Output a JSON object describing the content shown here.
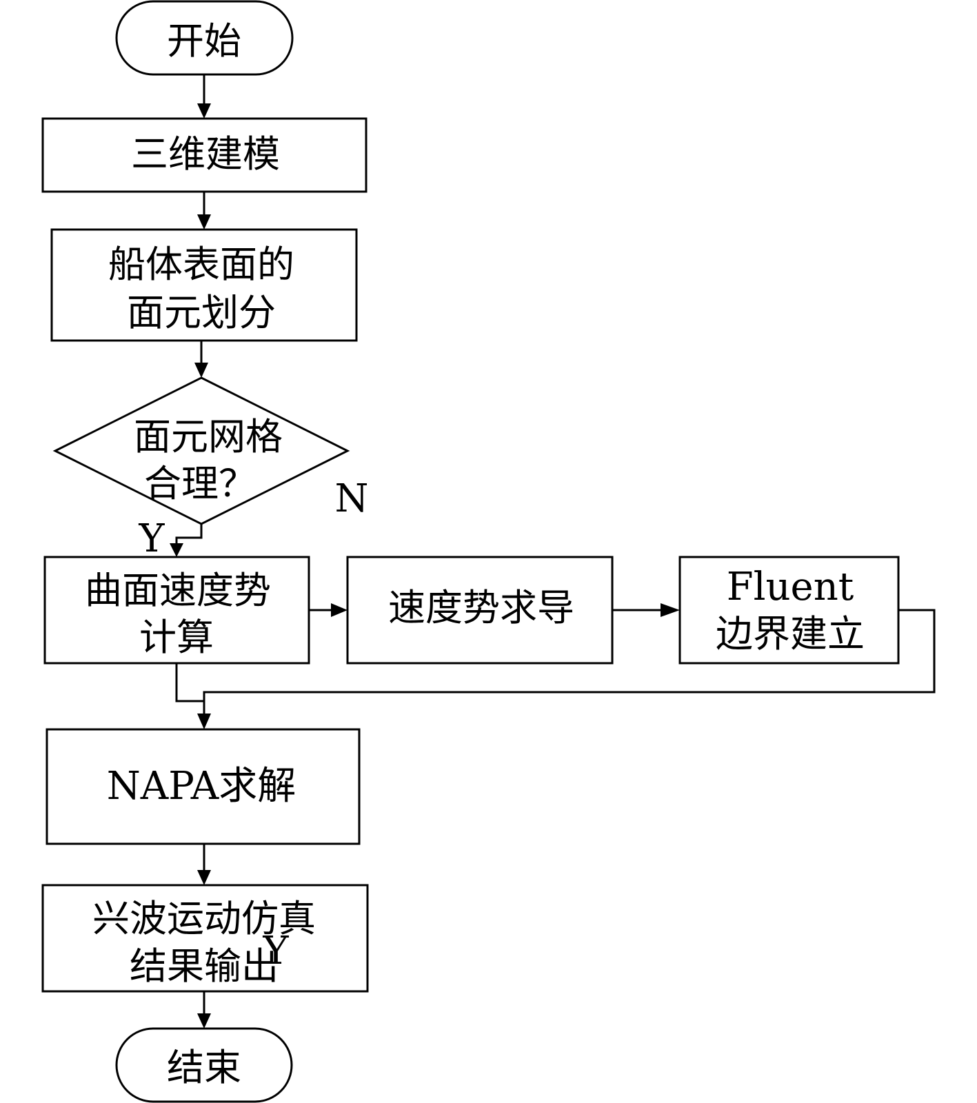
{
  "nodes": {
    "start": "开始",
    "modeling": "三维建模",
    "mesh": [
      "船体表面的",
      "面元划分"
    ],
    "check": [
      "面元网格",
      "合理？"
    ],
    "surface_potential": [
      "曲面速度势",
      "计算"
    ],
    "potential_derivative": "速度势求导",
    "fluent": [
      "Fluent",
      "边界建立"
    ],
    "napa": "NAPA求解",
    "output": [
      "兴波运动仿真",
      "结果输出"
    ],
    "end": "结束"
  },
  "labels": {
    "no": "N",
    "yes": "Y",
    "yes_overlap": "Y"
  }
}
